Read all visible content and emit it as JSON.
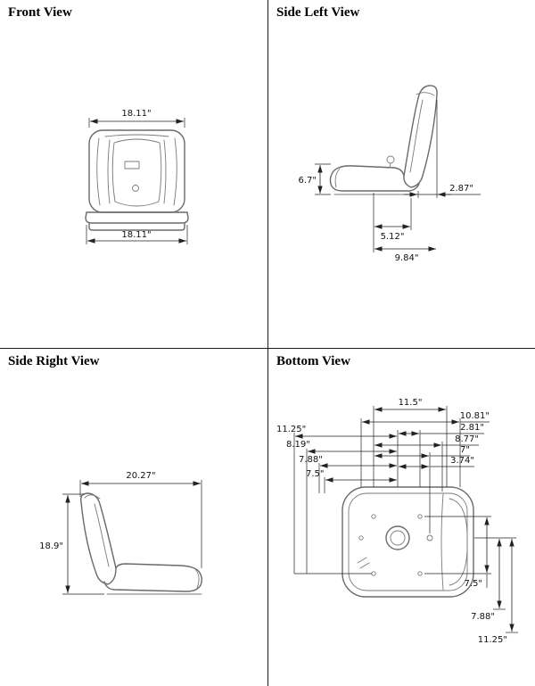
{
  "page": {
    "background": "#ffffff",
    "divider_color": "#1a1a1a",
    "drawing_line_color": "#6a6a6a",
    "dimension_color": "#222222"
  },
  "views": {
    "front": {
      "title": "Front View",
      "dims": {
        "top_width": "18.11\"",
        "bottom_width": "18.11\""
      }
    },
    "side_left": {
      "title": "Side Left View",
      "dims": {
        "cushion_height": "6.7\"",
        "back_offset": "2.87\"",
        "inner_depth": "5.12\"",
        "base_depth": "9.84\""
      }
    },
    "side_right": {
      "title": "Side Right View",
      "dims": {
        "overall_depth": "20.27\"",
        "overall_height": "18.9\""
      }
    },
    "bottom": {
      "title": "Bottom View",
      "dims": {
        "w_top": "11.5\"",
        "w1": "10.81\"",
        "w2": "2.81\"",
        "w3": "8.77\"",
        "w4": "7\"",
        "w5": "3.74\"",
        "l1": "11.25\"",
        "l2": "8.19\"",
        "l3": "7.88\"",
        "l4": "7.5\"",
        "r1": "7.5\"",
        "r2": "7.88\"",
        "r3": "11.25\""
      }
    }
  }
}
